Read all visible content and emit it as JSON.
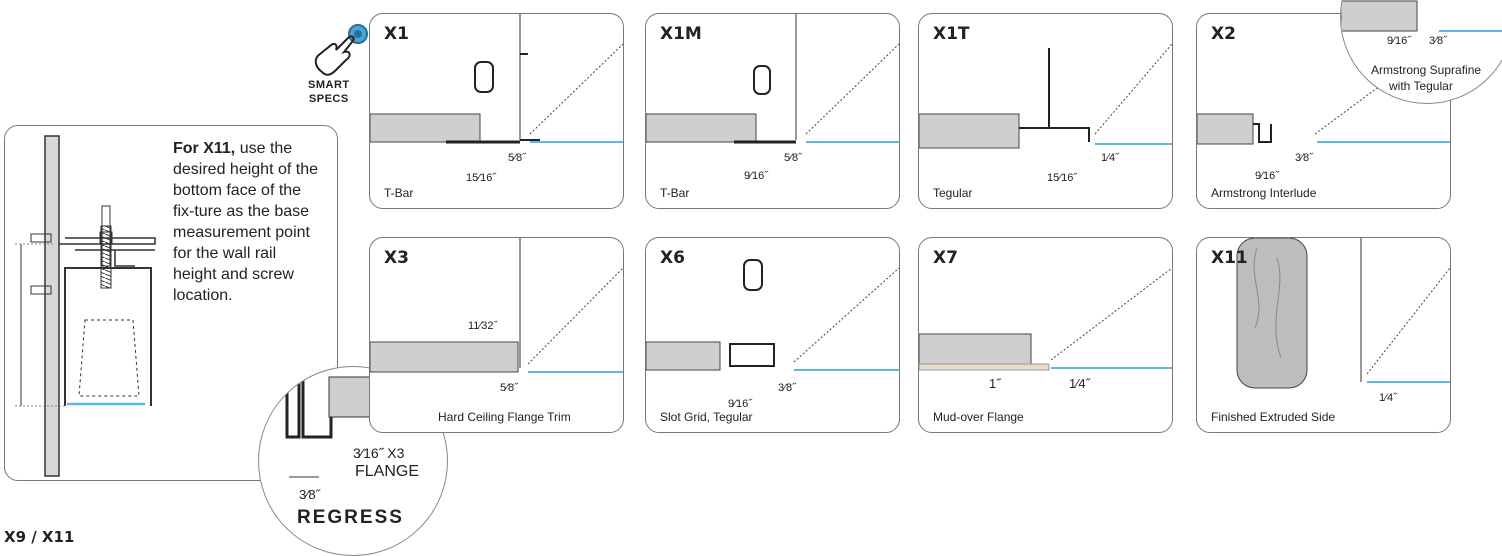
{
  "smart_specs": "SMART\nSPECS",
  "x11_note": {
    "bold": "For X11,",
    "text": " use the desired height of the bottom face of the fix-ture as the base measurement point for the wall rail height and screw location."
  },
  "bottom_title": "X9 / X11",
  "panels": [
    {
      "id": "X1",
      "label": "T-Bar",
      "dims": [
        "5⁄8˝",
        "15⁄16˝"
      ]
    },
    {
      "id": "X1M",
      "label": "T-Bar",
      "dims": [
        "5⁄8˝",
        "9⁄16˝"
      ]
    },
    {
      "id": "X1T",
      "label": "Tegular",
      "dims": [
        "1⁄4˝",
        "15⁄16˝"
      ]
    },
    {
      "id": "X2",
      "label": "Armstrong Interlude",
      "dims": [
        "3⁄8˝",
        "9⁄16˝"
      ]
    },
    {
      "id": "X3",
      "label": "Hard Ceiling Flange Trim",
      "dims": [
        "11⁄32˝",
        "5⁄8˝"
      ]
    },
    {
      "id": "X6",
      "label": "Slot Grid, Tegular",
      "dims": [
        "3⁄8˝",
        "9⁄16˝"
      ]
    },
    {
      "id": "X7",
      "label": "Mud-over Flange",
      "dims": [
        "1˝",
        "1⁄4˝"
      ]
    },
    {
      "id": "X11",
      "label": "Finished Extruded Side",
      "dims": [
        "1⁄4˝"
      ]
    }
  ],
  "suprafine": {
    "dims": [
      "9⁄16˝",
      "3⁄8˝"
    ],
    "caption_1": "Armstrong Suprafine",
    "caption_2": "with Tegular"
  },
  "regress": {
    "flange_dim": "3⁄16˝ X3",
    "flange_word": "FLANGE",
    "regress_dim": "3⁄8˝",
    "regress_word": "REGRESS"
  },
  "colors": {
    "ceiling_line": "#5bb8e0",
    "tile": "#cfcfcf",
    "wood": "#bdbdbd",
    "frame": "#777777"
  }
}
